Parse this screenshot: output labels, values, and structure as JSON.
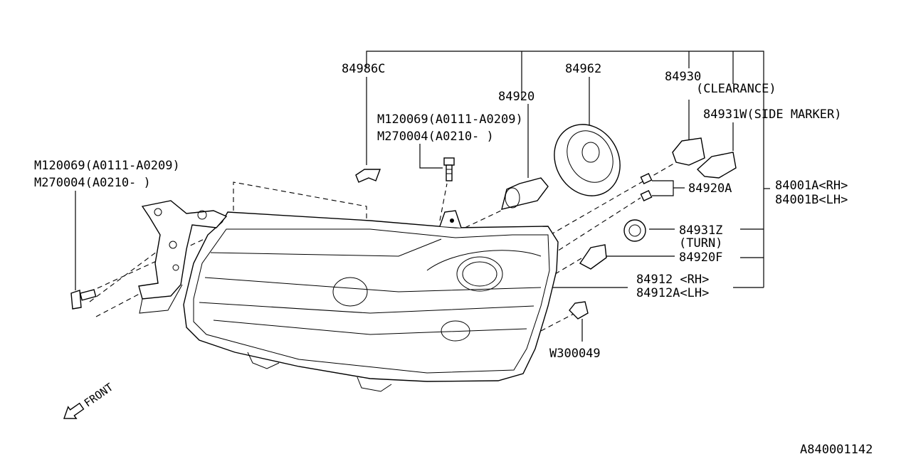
{
  "labels": {
    "p84986C": "84986C",
    "p84962": "84962",
    "p84930": "84930",
    "clearance": "(CLEARANCE)",
    "p84920": "84920",
    "p84931W": "84931W(SIDE MARKER)",
    "boltA1": "M120069(A0111-A0209)",
    "boltA2": "M270004(A0210-   )",
    "boltB1": "M120069(A0111-A0209)",
    "boltB2": "M270004(A0210-   )",
    "p84920A": "84920A",
    "p84001A": "84001A<RH>",
    "p84001B": "84001B<LH>",
    "p84931Z": "84931Z",
    "turn": "(TURN)",
    "p84920F": "84920F",
    "p84912": "84912 <RH>",
    "p84912A": "84912A<LH>",
    "pW300049": "W300049",
    "front": "FRONT",
    "diagramId": "A840001142"
  },
  "icons": [
    "front-arrow-icon"
  ]
}
